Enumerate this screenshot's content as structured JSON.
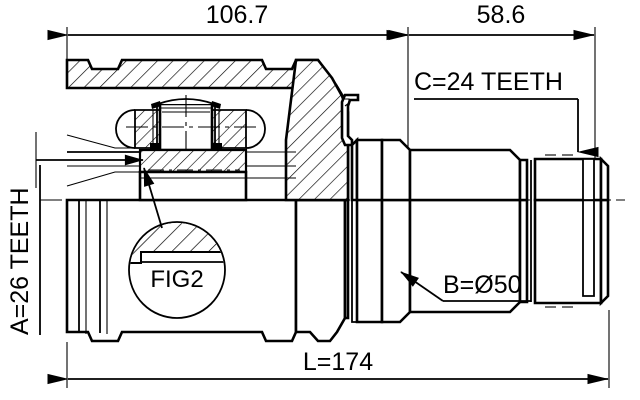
{
  "drawing": {
    "type": "engineering-dimension-drawing",
    "subject": "CV joint inner tripod assembly cross-section",
    "background_color": "#ffffff",
    "line_color": "#000000"
  },
  "dimensions": {
    "top_left": {
      "label": "106.7",
      "name": "housing-length-dimension"
    },
    "top_right": {
      "label": "58.6",
      "name": "shaft-length-dimension"
    },
    "bottom": {
      "label": "L=174",
      "name": "overall-length-dimension"
    },
    "left_vertical": {
      "label": "A=26 TEETH",
      "name": "inner-spline-teeth-label",
      "rotation": -90
    }
  },
  "callouts": {
    "teeth_c": {
      "label": "C=24 TEETH",
      "name": "outer-spline-teeth-label"
    },
    "diameter_b": {
      "label": "B=Ø50",
      "name": "boot-groove-diameter-label"
    },
    "detail_circle": {
      "label": "FIG2",
      "name": "detail-view-fig2-label"
    }
  }
}
